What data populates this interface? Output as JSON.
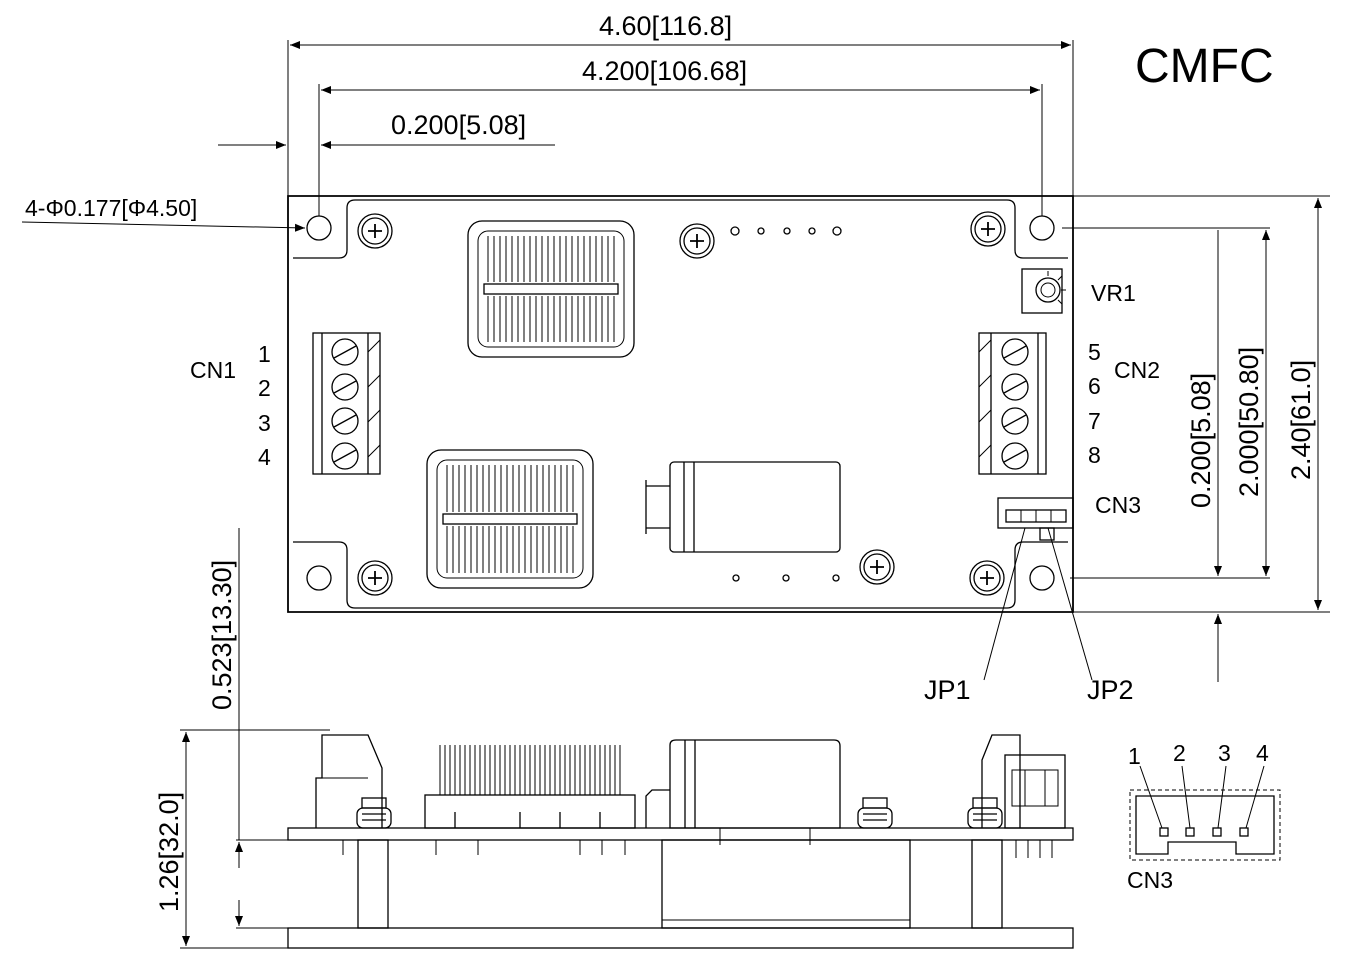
{
  "title": "CMFC",
  "dimensions": {
    "overall_width": "4.60[116.8]",
    "hole_spacing_x": "4.200[106.68]",
    "hole_offset_x": "0.200[5.08]",
    "hole_diameter": "4-Φ0.177[Φ4.50]",
    "hole_offset_y": "0.200[5.08]",
    "hole_spacing_y": "2.000[50.80]",
    "overall_height": "2.40[61.0]",
    "lower_clearance": "0.523[13.30]",
    "total_height": "1.26[32.0]"
  },
  "labels": {
    "vr1": "VR1",
    "cn1": "CN1",
    "cn2": "CN2",
    "cn3": "CN3",
    "jp1": "JP1",
    "jp2": "JP2",
    "cn3_detail": "CN3"
  },
  "cn1_pins": [
    "1",
    "2",
    "3",
    "4"
  ],
  "cn2_pins": [
    "5",
    "6",
    "7",
    "8"
  ],
  "cn3_pins": [
    "1",
    "2",
    "3",
    "4"
  ]
}
